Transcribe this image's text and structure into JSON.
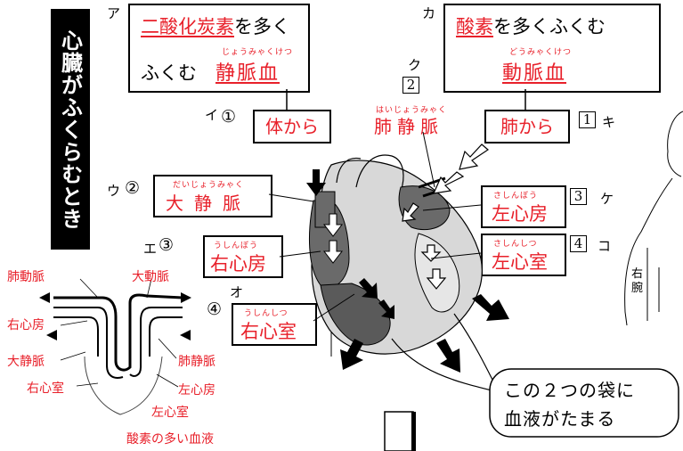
{
  "title": "心臓がふくらむとき",
  "letters": {
    "a": "ア",
    "i": "イ",
    "u": "ウ",
    "e": "エ",
    "o": "オ",
    "ka": "カ",
    "ki": "キ",
    "ku": "ク",
    "ke": "ケ",
    "ko": "コ"
  },
  "numbers": {
    "n1": "①",
    "n2": "②",
    "n3": "③",
    "n4": "④",
    "s1": "1",
    "s2": "2",
    "s3": "3",
    "s4": "4"
  },
  "box_vein_blood": {
    "red_part": "二酸化炭素",
    "black_part1": "を多く",
    "black_part2": "ふくむ",
    "ruby": "じょうみゃくけつ",
    "term": "静脈血"
  },
  "box_artery_blood": {
    "red_part": "酸素",
    "black_part": "を多くふくむ",
    "ruby": "どうみゃくけつ",
    "term": "動脈血"
  },
  "from_body": "体から",
  "from_lungs": "肺から",
  "pulmonary_vein": {
    "ruby": "はいじょうみゃく",
    "label": "肺静脈"
  },
  "vena_cava": {
    "ruby": "だいじょうみゃく",
    "label": "大静脈"
  },
  "right_atrium": {
    "ruby": "うしんぼう",
    "label": "右心房"
  },
  "right_ventricle": {
    "ruby": "うしんしつ",
    "label": "右心室"
  },
  "left_atrium": {
    "ruby": "さしんぼう",
    "label": "左心房"
  },
  "left_ventricle": {
    "ruby": "さしんしつ",
    "label": "左心室"
  },
  "callout": {
    "line1": "この２つの袋に",
    "line2": "血液がたまる"
  },
  "body_labels": {
    "right_arm": "右腕"
  },
  "schematic": {
    "pulmonary_artery": "肺動脈",
    "aorta": "大動脈",
    "right_atrium": "右心房",
    "vena_cava": "大静脈",
    "pulmonary_vein": "肺静脈",
    "right_ventricle": "右心室",
    "left_atrium": "左心房",
    "left_ventricle": "左心室",
    "caption": "酸素の多い血液"
  }
}
